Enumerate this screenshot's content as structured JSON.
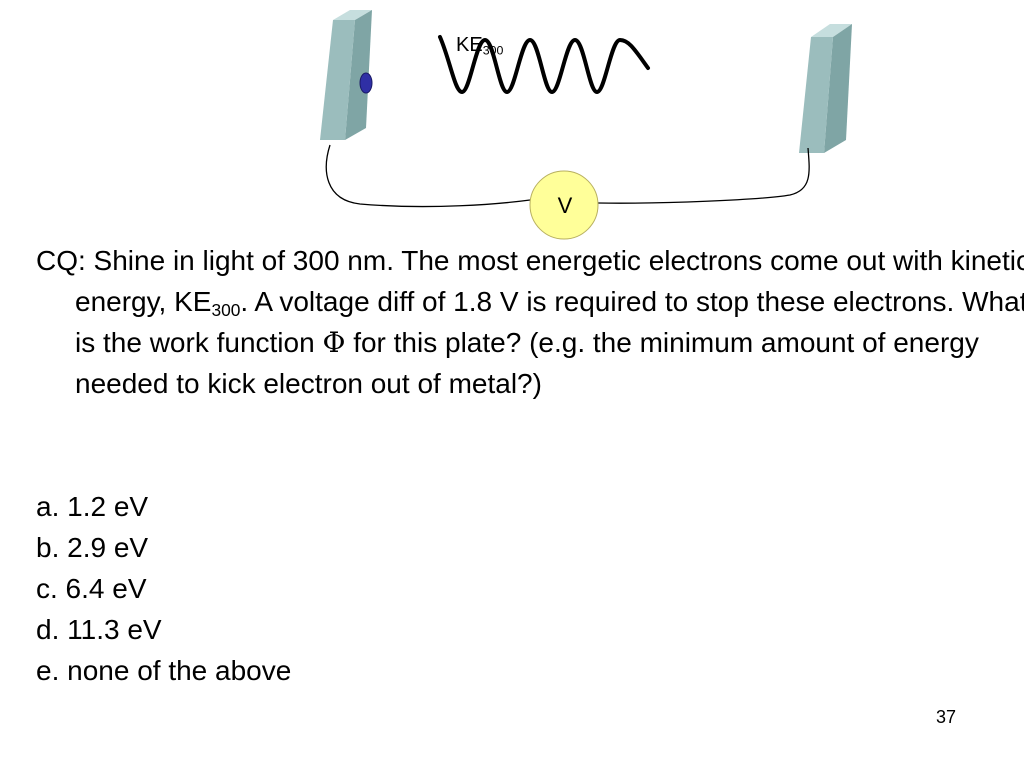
{
  "diagram": {
    "wave_label": "KE",
    "wave_label_sub": "300",
    "meter_label": "V",
    "plate_face_color": "#9bbdbd",
    "plate_edge_color": "#c6dede",
    "electron_color": "#2f2fa5",
    "meter_fill_color": "#ffff99",
    "meter_stroke_color": "#b8b060"
  },
  "question": {
    "lead": "CQ: Shine in light of 300 nm. The most energetic electrons come out with kinetic energy, KE",
    "ke_sub": "300",
    "mid": ". A voltage diff of 1.8 V is required to stop these electrons. What is the work function ",
    "phi": "Φ",
    "tail": " for this plate? (e.g. the minimum amount of energy needed to kick electron out of metal?)"
  },
  "options": [
    {
      "label": "a. 1.2 eV"
    },
    {
      "label": "b. 2.9 eV"
    },
    {
      "label": "c. 6.4 eV"
    },
    {
      "label": "d. 11.3 eV"
    },
    {
      "label": "e. none of the above"
    }
  ],
  "slide_number": "37"
}
